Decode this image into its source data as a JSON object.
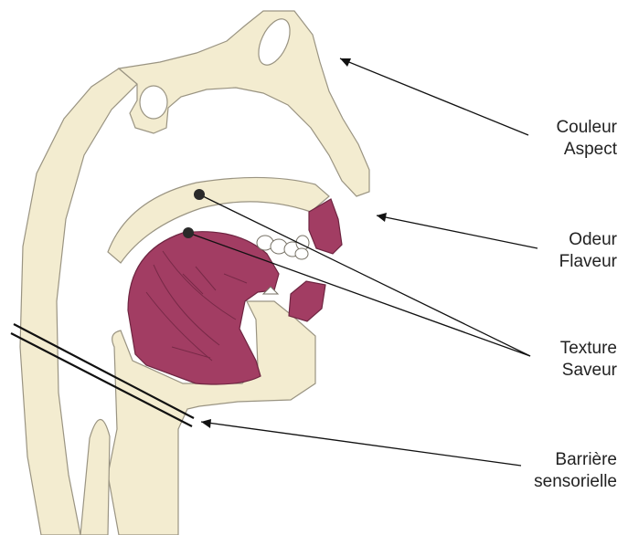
{
  "colors": {
    "tissue": "#f3ecd0",
    "tissue_stroke": "#9a9482",
    "muscle": "#a23d63",
    "muscle_stroke": "#6e2541",
    "line": "#111111",
    "dot": "#2a2a2a",
    "text": "#222222"
  },
  "labels": {
    "color_aspect": {
      "line1": "Couleur",
      "line2": "Aspect"
    },
    "odor_flavor": {
      "line1": "Odeur",
      "line2": "Flaveur"
    },
    "texture_taste": {
      "line1": "Texture",
      "line2": "Saveur"
    },
    "sensory_barrier": {
      "line1": "Barrière",
      "line2": "sensorielle"
    }
  }
}
